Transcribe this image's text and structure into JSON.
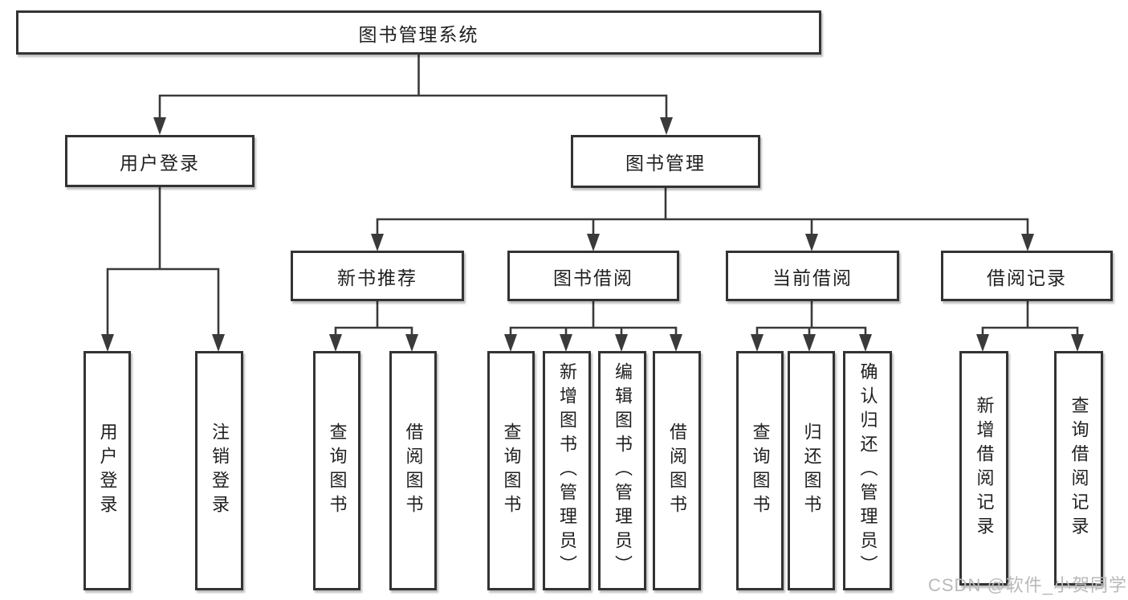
{
  "tree": {
    "root": {
      "label": "图书管理系统"
    },
    "children": [
      {
        "label": "用户登录",
        "leaves": [
          {
            "label": "用户登录"
          },
          {
            "label": "注销登录"
          }
        ]
      },
      {
        "label": "图书管理",
        "children": [
          {
            "label": "新书推荐",
            "leaves": [
              {
                "label": "查询图书"
              },
              {
                "label": "借阅图书"
              }
            ]
          },
          {
            "label": "图书借阅",
            "leaves": [
              {
                "label": "查询图书"
              },
              {
                "label": "新增图书（管理员）"
              },
              {
                "label": "编辑图书（管理员）"
              },
              {
                "label": "借阅图书"
              }
            ]
          },
          {
            "label": "当前借阅",
            "leaves": [
              {
                "label": "查询图书"
              },
              {
                "label": "归还图书"
              },
              {
                "label": "确认归还（管理员）"
              }
            ]
          },
          {
            "label": "借阅记录",
            "leaves": [
              {
                "label": "新增借阅记录"
              },
              {
                "label": "查询借阅记录"
              }
            ]
          }
        ]
      }
    ]
  },
  "watermark": {
    "text": "CSDN @软件_小贺同学"
  },
  "colors": {
    "line": "#3a3a3a",
    "border": "#333333",
    "text": "#1f1f1f",
    "background": "#ffffff",
    "watermark": "#b9b9b9"
  }
}
